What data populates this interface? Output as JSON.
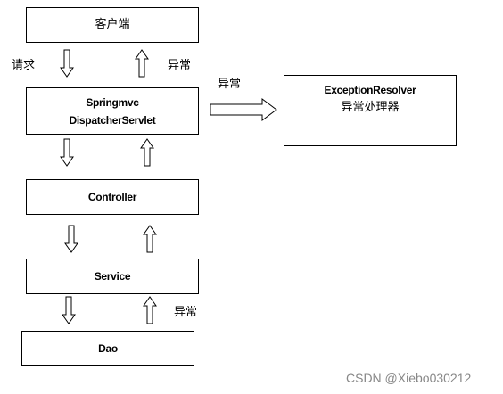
{
  "nodes": {
    "client": {
      "label": "客户端"
    },
    "dispatcher": {
      "line1": "Springmvc",
      "line2": "DispatcherServlet"
    },
    "controller": {
      "label": "Controller"
    },
    "service": {
      "label": "Service"
    },
    "dao": {
      "label": "Dao"
    },
    "resolver": {
      "line1": "ExceptionResolver",
      "line2": "异常处理器"
    }
  },
  "edge_labels": {
    "request": "请求",
    "exception_client": "异常",
    "exception_resolver": "异常",
    "exception_dao": "异常"
  },
  "watermark": "CSDN @Xiebo030212"
}
